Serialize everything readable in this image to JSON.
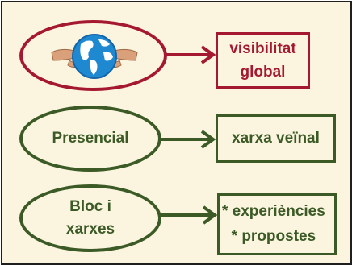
{
  "diagram": {
    "rows": [
      {
        "source": {
          "kind": "globe-image",
          "icon": "globe-with-hands-icon"
        },
        "target": [
          "visibilitat",
          "global"
        ],
        "color": "#a51930"
      },
      {
        "source": {
          "kind": "text",
          "lines": [
            "Presencial"
          ]
        },
        "target": [
          "xarxa veïnal"
        ],
        "color": "#3c5a26"
      },
      {
        "source": {
          "kind": "text",
          "lines": [
            "Bloc i",
            "xarxes"
          ]
        },
        "target": [
          "* experiències",
          "* propostes"
        ],
        "color": "#3c5a26"
      }
    ],
    "background": "#fbf5e0"
  }
}
